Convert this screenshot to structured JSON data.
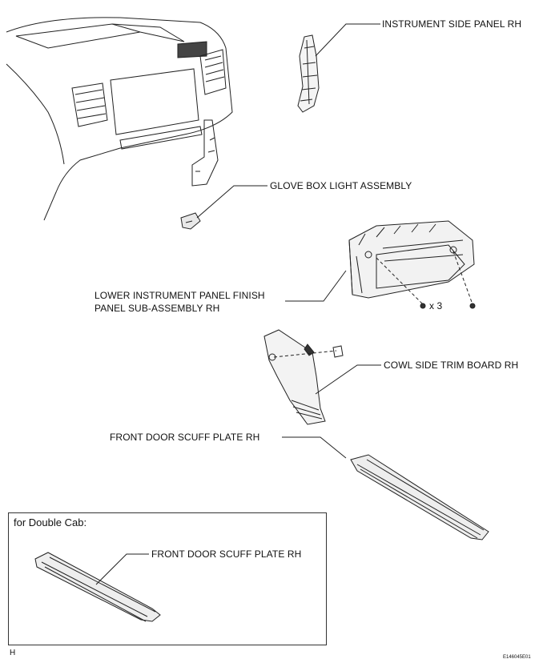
{
  "labels": {
    "instrument_side_panel": "INSTRUMENT SIDE PANEL RH",
    "glove_box_light": "GLOVE BOX LIGHT ASSEMBLY",
    "lower_panel_line1": "LOWER INSTRUMENT PANEL FINISH",
    "lower_panel_line2": "PANEL SUB-ASSEMBLY RH",
    "screw_count": "x 3",
    "cowl_side_trim": "COWL SIDE TRIM BOARD RH",
    "front_door_scuff": "FRONT DOOR SCUFF PLATE RH"
  },
  "inset": {
    "title": "for Double Cab:",
    "part_label": "FRONT DOOR SCUFF PLATE RH"
  },
  "footer": {
    "section_mark": "H",
    "figure_code": "E146045E01"
  }
}
